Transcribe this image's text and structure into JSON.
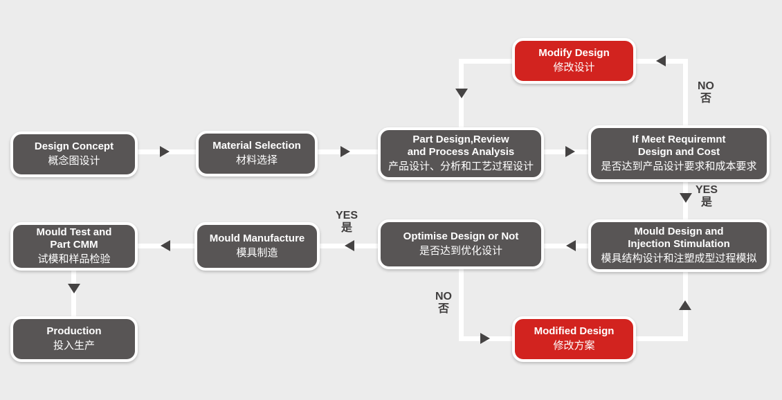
{
  "diagram": {
    "nodes": {
      "design_concept": {
        "en": "Design Concept",
        "zh": "概念图设计"
      },
      "material_selection": {
        "en": "Material Selection",
        "zh": "材料选择"
      },
      "part_design_review": {
        "en": "Part Design,Review\nand Process Analysis",
        "zh": "产品设计、分析和工艺过程设计"
      },
      "if_meet_requirement": {
        "en": "If Meet Requiremnt\nDesign and Cost",
        "zh": "是否达到产品设计要求和成本要求"
      },
      "modify_design": {
        "en": "Modify Design",
        "zh": "修改设计"
      },
      "mould_test": {
        "en": "Mould Test and\nPart CMM",
        "zh": "试模和样品检验"
      },
      "mould_manufacture": {
        "en": "Mould Manufacture",
        "zh": "模具制造"
      },
      "optimise_design": {
        "en": "Optimise Design or Not",
        "zh": "是否达到优化设计"
      },
      "mould_design": {
        "en": "Mould Design and\nInjection Stimulation",
        "zh": "模具结构设计和注塑成型过程模拟"
      },
      "production": {
        "en": "Production",
        "zh": "投入生产"
      },
      "modified_design": {
        "en": "Modified Design",
        "zh": "修改方案"
      }
    },
    "labels": {
      "no_top": "NO\n否",
      "yes_right": "YES\n是",
      "yes_left": "YES\n是",
      "no_bottom": "NO\n否"
    },
    "colors": {
      "background": "#ececec",
      "node_fill": "#585555",
      "node_accent": "#d2231f",
      "node_text": "#ffffff",
      "connector": "#ffffff",
      "arrowhead": "#454343",
      "label_text": "#403e3e"
    }
  }
}
